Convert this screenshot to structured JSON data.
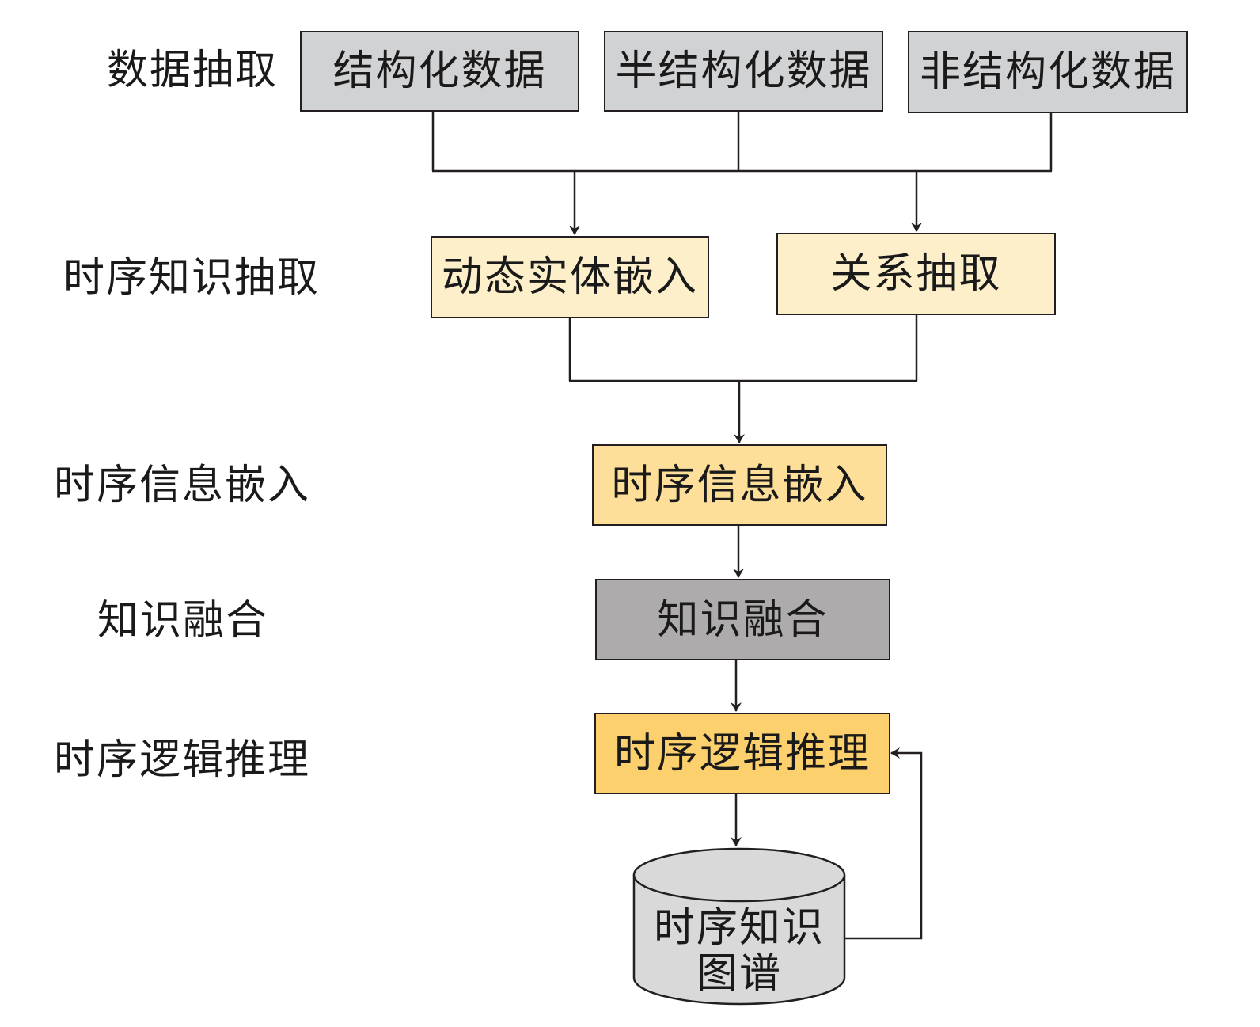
{
  "colors": {
    "data_source_fill": "#d1d2d4",
    "light_yellow_fill": "#fdefc9",
    "medium_yellow_fill": "#fddf9a",
    "fusion_fill": "#aeabad",
    "reasoning_fill": "#fcd06c",
    "database_fill": "#d9d9da",
    "stroke": "#231f20"
  },
  "stage_labels": {
    "data_extraction": "数据抽取",
    "temporal_knowledge_extraction": "时序知识抽取",
    "temporal_info_embedding": "时序信息嵌入",
    "knowledge_fusion": "知识融合",
    "temporal_logic_reasoning": "时序逻辑推理"
  },
  "nodes": {
    "structured_data": "结构化数据",
    "semi_structured_data": "半结构化数据",
    "unstructured_data": "非结构化数据",
    "dynamic_entity_embedding": "动态实体嵌入",
    "relation_extraction": "关系抽取",
    "temporal_info_embedding": "时序信息嵌入",
    "knowledge_fusion": "知识融合",
    "temporal_logic_reasoning": "时序逻辑推理",
    "temporal_kg_line1": "时序知识",
    "temporal_kg_line2": "图谱"
  }
}
